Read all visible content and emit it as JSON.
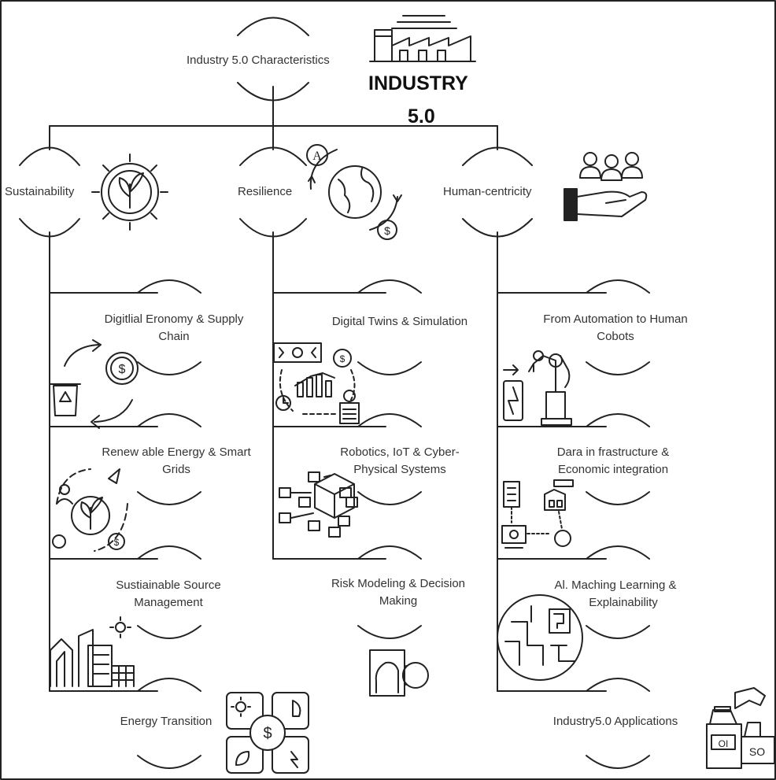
{
  "colors": {
    "line": "#222222",
    "text": "#333333"
  },
  "header": {
    "characteristics": "Industry 5.0 Characteristics",
    "title_line1": "INDUSTRY",
    "title_line2": "5.0"
  },
  "pillars": [
    {
      "label": "Sustainability",
      "icon": "gear-plant-icon"
    },
    {
      "label": "Resilience",
      "icon": "globe-cycle-icon"
    },
    {
      "label": "Human-centricity",
      "icon": "people-hand-icon"
    }
  ],
  "columns": {
    "sustainability": [
      {
        "line1": "Digitlial Eronomy & Supply",
        "line2": "Chain",
        "icon": "recycle-coin-icon"
      },
      {
        "line1": "Renew able Energy & Smart",
        "line2": "Grids",
        "icon": "plant-cycle-icon"
      },
      {
        "line1": "Sustiainable Source",
        "line2": "Management",
        "icon": "city-solar-icon"
      },
      {
        "line1": "Energy Transition",
        "line2": "",
        "icon": "energy-grid-icon"
      }
    ],
    "resilience": [
      {
        "line1": "Digital Twins & Simulation",
        "line2": "",
        "icon": "analytics-cycle-icon"
      },
      {
        "line1": "Robotics, IoT & Cyber-",
        "line2": "Physical Systems",
        "icon": "cube-network-icon"
      },
      {
        "line1": "Risk Modeling & Decision",
        "line2": "Making",
        "icon": "head-decision-icon"
      }
    ],
    "human": [
      {
        "line1": "From Automation to Human",
        "line2": "Cobots",
        "icon": "robot-arm-icon"
      },
      {
        "line1": "Dara in frastructure &",
        "line2": "Economic integration",
        "icon": "building-network-icon"
      },
      {
        "line1": "Al. Maching Learning &",
        "line2": "Explainability",
        "icon": "ai-brain-icon"
      },
      {
        "line1": "Industry5.0 Applications",
        "line2": "",
        "icon": "industry-app-icon"
      }
    ]
  }
}
